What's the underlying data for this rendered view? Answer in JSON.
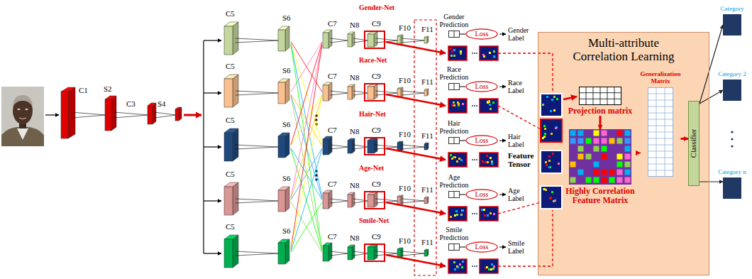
{
  "diagram": {
    "nodes": [
      {
        "text": [
          "Gender Prediction"
        ]
      },
      {
        "text": [
          "Loss"
        ]
      },
      {
        "text": [
          "Race Prediction"
        ]
      },
      {
        "text": [
          "Loss"
        ]
      },
      {
        "text": [
          "Hair Prediction"
        ]
      },
      {
        "text": [
          "Loss"
        ]
      },
      {
        "text": [
          "Age Prediction"
        ]
      },
      {
        "text": [
          "Loss"
        ]
      },
      {
        "text": [
          "Smile Prediction"
        ]
      },
      {
        "text": [
          "Loss"
        ]
      },
      {
        "text": [
          "Multi-attribute Correlation Learning"
        ]
      },
      {
        "text": [
          "Projection matrix"
        ],
        "in": 10
      },
      {
        "text": [
          "Highly Correlation Feature Matrix"
        ],
        "in": 10
      },
      {
        "text": [
          "Generalization Matrix"
        ],
        "in": 10
      },
      {
        "text": [
          "Classifier"
        ],
        "in": 10
      },
      {
        "text": [
          "Category"
        ]
      },
      {
        "text": [
          "Category 2"
        ]
      },
      {
        "text": [
          "Category n"
        ]
      }
    ],
    "edges": [
      {
        "from": 0,
        "to": 1,
        "arrow": "none"
      },
      {
        "from": 2,
        "to": 3,
        "arrow": "none"
      },
      {
        "from": 4,
        "to": 5,
        "arrow": "none"
      },
      {
        "from": 6,
        "to": 7,
        "arrow": "none"
      },
      {
        "from": 8,
        "to": 9,
        "arrow": "none"
      },
      {
        "from": 11,
        "to": 12,
        "arrow": "to"
      },
      {
        "from": 12,
        "to": 13,
        "arrow": "to"
      },
      {
        "from": 13,
        "to": 14,
        "arrow": "to"
      },
      {
        "from": 14,
        "to": 15,
        "arrow": "to"
      },
      {
        "from": 14,
        "to": 16,
        "arrow": "to"
      },
      {
        "from": 14,
        "to": 17,
        "arrow": "to"
      }
    ],
    "labels": [
      "C1",
      "S2",
      "C3",
      "S4",
      "Gender-Net",
      "C5",
      "S6",
      "C7",
      "N8",
      "C9",
      "F10",
      "F11",
      "Gender Label",
      "Race-Net",
      "C5",
      "S6",
      "C7",
      "N8",
      "C9",
      "F10",
      "F11",
      "Race Label",
      "Hair-Net",
      "C5",
      "S6",
      "C7",
      "N8",
      "C9",
      "F10",
      "F11",
      "Hair Label",
      "Age-Net",
      "C5",
      "S6",
      "C7",
      "N8",
      "C9",
      "F10",
      "F11",
      "Age Label",
      "Smile-Net",
      "C5",
      "S6",
      "C7",
      "N8",
      "C9",
      "F10",
      "F11",
      "Smile Label",
      "Feature Tensor"
    ]
  }
}
